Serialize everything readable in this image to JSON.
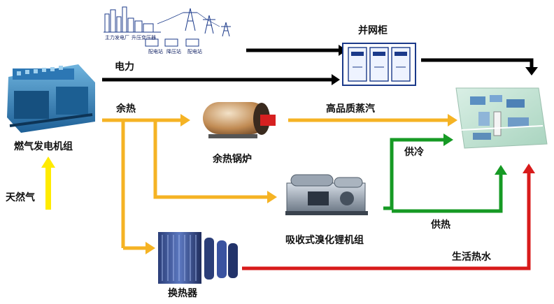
{
  "labels": {
    "cabinet": "并网柜",
    "power": "电力",
    "waste_heat": "余热",
    "hq_steam": "高品质蒸汽",
    "generator": "燃气发电机组",
    "boiler": "余热锅炉",
    "cooling": "供冷",
    "natural_gas": "天然气",
    "heating": "供热",
    "chiller": "吸收式溴化锂机组",
    "hot_water": "生活热水",
    "exchanger": "换热器"
  },
  "grid_icons": {
    "main_plant": "主力发电厂",
    "step_up": "升压变压器",
    "dist1": "配电站",
    "step_down": "降压站",
    "dist2": "配电站"
  },
  "colors": {
    "electric": "#000000",
    "waste_heat": "#f5b324",
    "cooling": "#169a24",
    "hot_water": "#d81b1b",
    "gas": "#ffeb00"
  }
}
